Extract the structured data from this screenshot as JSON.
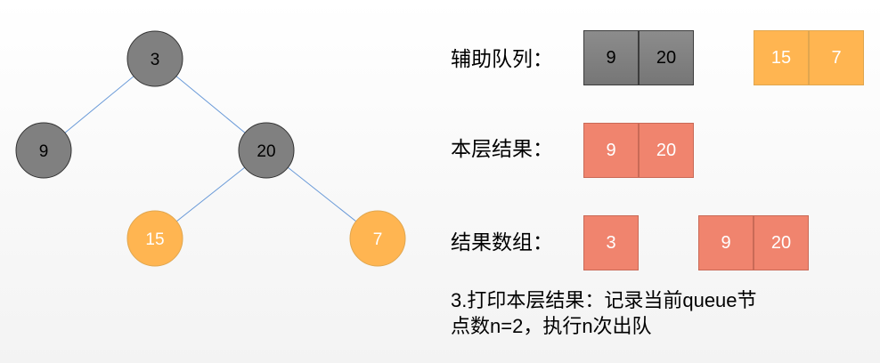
{
  "tree": {
    "nodes": [
      {
        "id": "root",
        "value": "3",
        "state": "gray"
      },
      {
        "id": "left",
        "value": "9",
        "state": "gray"
      },
      {
        "id": "right",
        "value": "20",
        "state": "gray"
      },
      {
        "id": "right-left",
        "value": "15",
        "state": "orange"
      },
      {
        "id": "right-right",
        "value": "7",
        "state": "orange"
      }
    ],
    "edges": [
      [
        "root",
        "left"
      ],
      [
        "root",
        "right"
      ],
      [
        "right",
        "right-left"
      ],
      [
        "right",
        "right-right"
      ]
    ]
  },
  "rows": {
    "queue": {
      "label": "辅助队列：",
      "group1": [
        "9",
        "20"
      ],
      "group2": [
        "15",
        "7"
      ]
    },
    "level": {
      "label": "本层结果：",
      "group1": [
        "9",
        "20"
      ]
    },
    "result": {
      "label": "结果数组：",
      "group1": [
        "3"
      ],
      "group2": [
        "9",
        "20"
      ]
    }
  },
  "caption": {
    "line1": "3.打印本层结果：记录当前queue节",
    "line2": "点数n=2，执行n次出队"
  },
  "colors": {
    "gray_fill": "#808080",
    "orange_fill": "#ffb551",
    "salmon_fill": "#f0846e",
    "edge": "#6a9ad8"
  }
}
